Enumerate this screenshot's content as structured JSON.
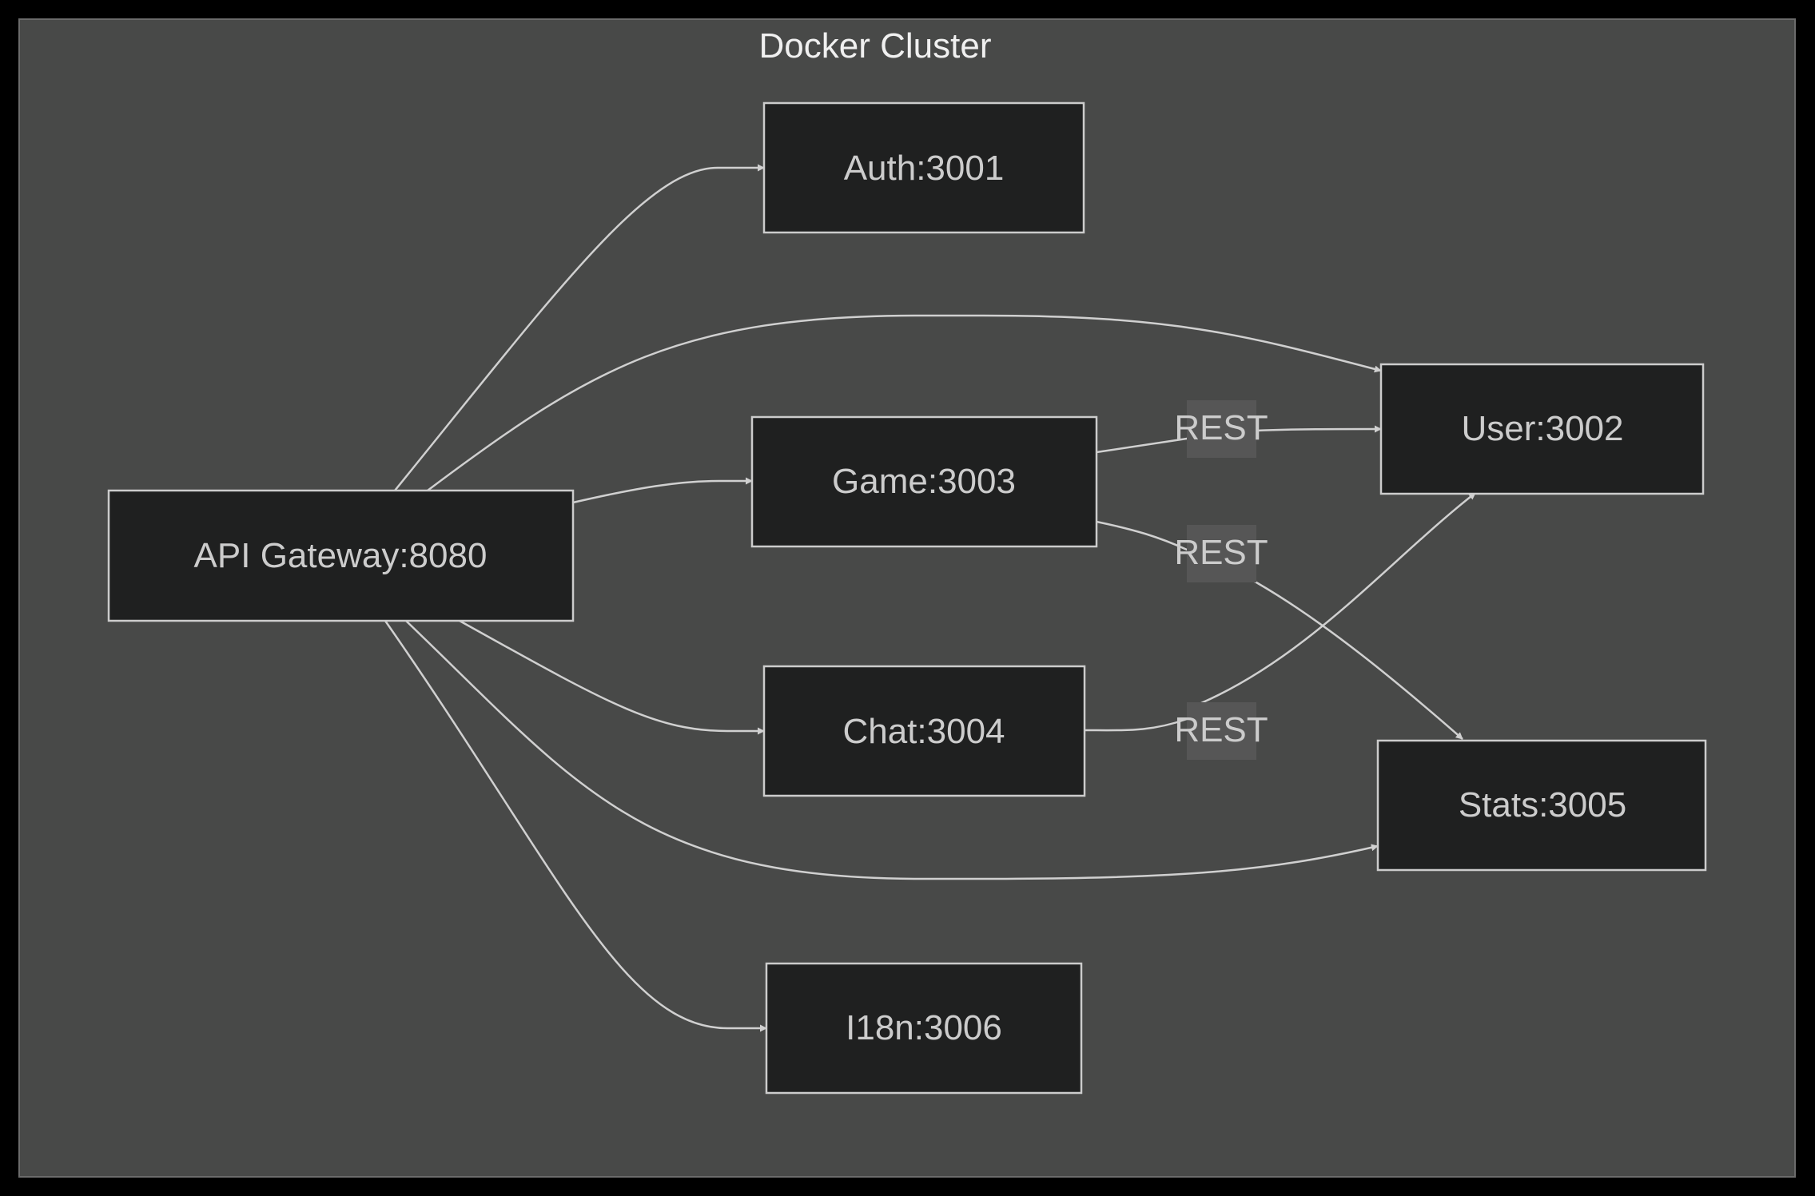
{
  "cluster": {
    "title": "Docker Cluster"
  },
  "nodes": {
    "gateway": "API Gateway:8080",
    "auth": "Auth:3001",
    "user": "User:3002",
    "game": "Game:3003",
    "chat": "Chat:3004",
    "stats": "Stats:3005",
    "i18n": "I18n:3006"
  },
  "edges": [
    {
      "from": "API Gateway:8080",
      "to": "Auth:3001",
      "label": ""
    },
    {
      "from": "API Gateway:8080",
      "to": "User:3002",
      "label": ""
    },
    {
      "from": "API Gateway:8080",
      "to": "Game:3003",
      "label": ""
    },
    {
      "from": "API Gateway:8080",
      "to": "Chat:3004",
      "label": ""
    },
    {
      "from": "API Gateway:8080",
      "to": "Stats:3005",
      "label": ""
    },
    {
      "from": "API Gateway:8080",
      "to": "I18n:3006",
      "label": ""
    },
    {
      "from": "Game:3003",
      "to": "User:3002",
      "label": "REST"
    },
    {
      "from": "Game:3003",
      "to": "Stats:3005",
      "label": "REST"
    },
    {
      "from": "Chat:3004",
      "to": "User:3002",
      "label": "REST"
    }
  ],
  "colors": {
    "background": "#000000",
    "cluster_fill": "#484948",
    "cluster_stroke": "#6b6b6b",
    "node_fill": "#1f2020",
    "node_stroke": "#cccccc",
    "text": "#cccccc",
    "title_text": "#f0f0f0",
    "edge_stroke": "#d0d0d0",
    "edge_label_bg": "#565656"
  }
}
